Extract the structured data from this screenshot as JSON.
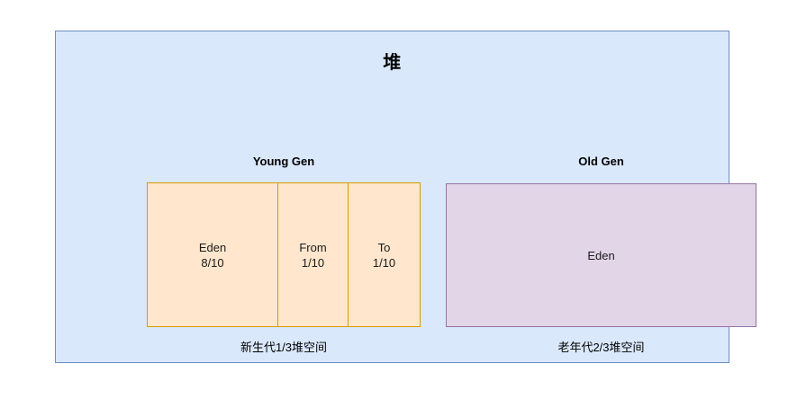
{
  "diagram": {
    "title": "堆",
    "colors": {
      "container_fill": "#dae8fc",
      "container_stroke": "#6c8ebf",
      "young_fill": "#ffe6cc",
      "young_stroke": "#d79b00",
      "old_fill": "#e1d5e7",
      "old_stroke": "#9673a6",
      "text": "#000000"
    },
    "young_gen": {
      "label": "Young Gen",
      "caption": "新生代1/3堆空间",
      "cells": [
        {
          "name": "Eden",
          "ratio": "8/10"
        },
        {
          "name": "From",
          "ratio": "1/10"
        },
        {
          "name": "To",
          "ratio": "1/10"
        }
      ]
    },
    "old_gen": {
      "label": "Old Gen",
      "caption": "老年代2/3堆空间",
      "cells": [
        {
          "name": "Eden",
          "ratio": ""
        }
      ]
    }
  }
}
